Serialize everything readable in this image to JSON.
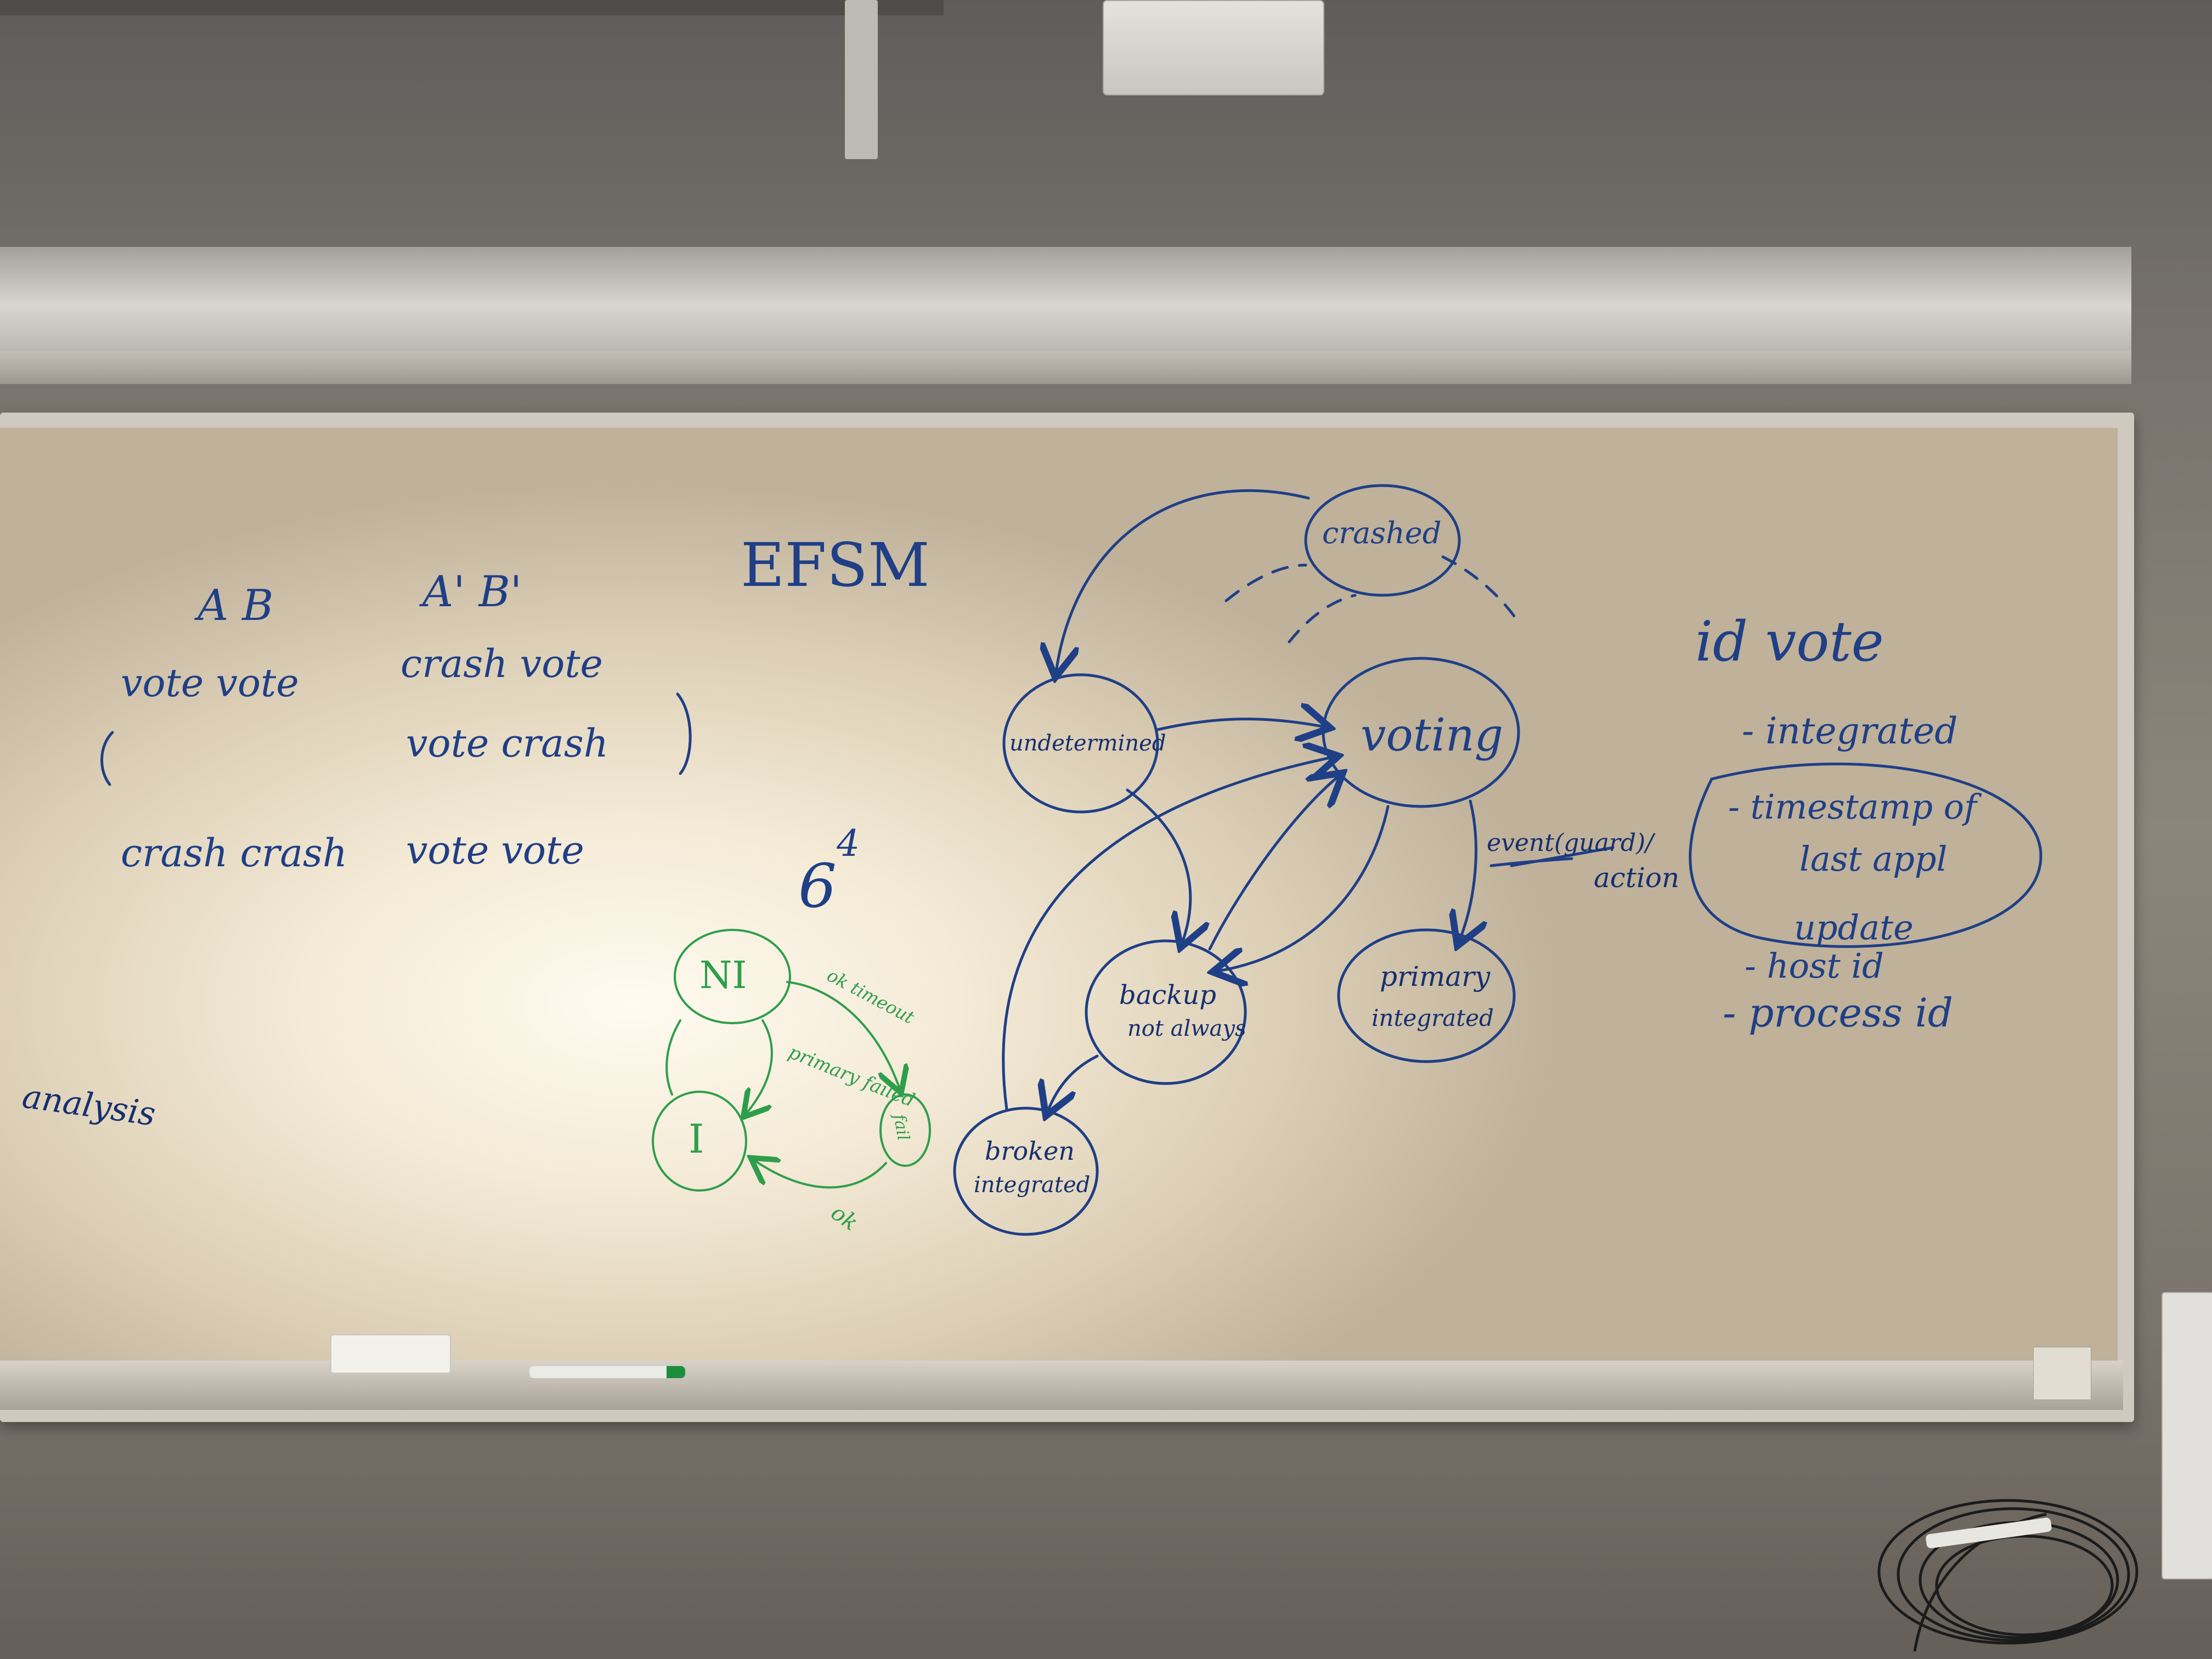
{
  "left_notes": {
    "header_ab": "A B",
    "header_ab_prime": "A' B'",
    "row1_left": "vote vote",
    "row1_right": "crash vote",
    "row2_right": "vote crash",
    "row3_left": "crash crash",
    "row3_right": "vote vote",
    "power": "6",
    "power_exp": "4",
    "analysis": "analysis"
  },
  "efsm_title": "EFSM",
  "state_machine": {
    "crashed": "crashed",
    "undetermined": "undetermined",
    "voting": "voting",
    "backup_not_always": [
      "backup",
      "not always"
    ],
    "broken_integrated": [
      "broken",
      "integrated"
    ],
    "primary_integrated": [
      "primary",
      "integrated"
    ],
    "event_label": "event(guard)/",
    "action_label": "action"
  },
  "green_machine": {
    "ni": "NI",
    "i": "I",
    "fail": "fail",
    "edge_top": "ok timeout",
    "edge_mid": "primary failed",
    "edge_bottom": "ok"
  },
  "id_vote": {
    "title": "id vote",
    "items": [
      "- integrated",
      "- timestamp of",
      "last appl",
      "update",
      "- host id",
      "- process id"
    ]
  },
  "colors": {
    "marker_blue": "#1f3f86",
    "marker_green": "#2f9e4c",
    "board": "#f4ead6"
  }
}
